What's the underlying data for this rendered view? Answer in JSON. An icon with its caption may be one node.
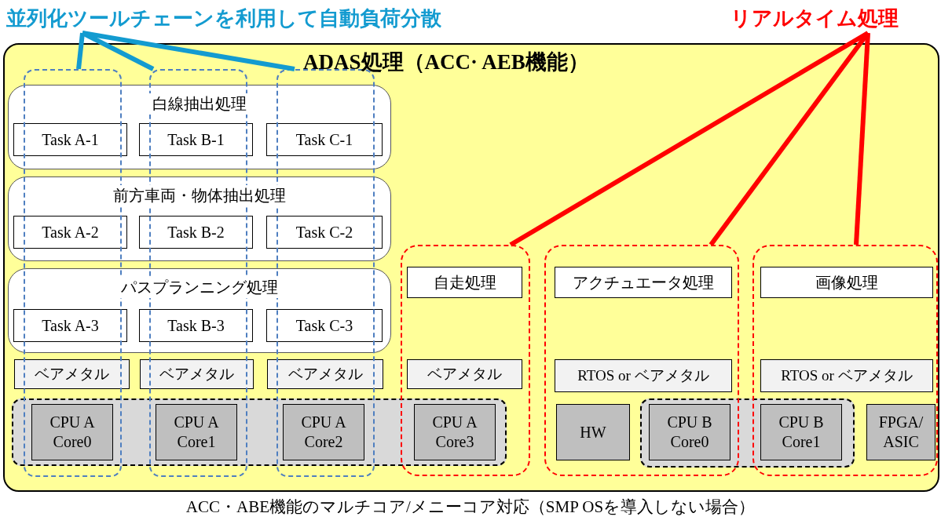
{
  "diagram": {
    "caption": "ACC・ABE機能のマルチコア/メニーコア対応（SMP OSを導入しない場合）",
    "nodes": [
      {
        "text": [
          "並列化ツールチェーンを利用して自動負荷分散"
        ]
      },
      {
        "text": [
          "リアルタイム処理"
        ]
      },
      {
        "text": [
          "ADAS処理（ACC· AEB機能）"
        ]
      },
      {
        "text": [],
        "shape": "box",
        "in": 2
      },
      {
        "text": [],
        "shape": "box",
        "in": 2
      },
      {
        "text": [],
        "shape": "box",
        "in": 2
      },
      {
        "text": [
          "白線抽出処理"
        ],
        "in": 2
      },
      {
        "text": [
          "Task A-1"
        ],
        "in": 6
      },
      {
        "text": [
          "Task B-1"
        ],
        "in": 6
      },
      {
        "text": [
          "Task C-1"
        ],
        "in": 6
      },
      {
        "text": [
          "前方車両・物体抽出処理"
        ],
        "in": 2
      },
      {
        "text": [
          "Task A-2"
        ],
        "in": 10
      },
      {
        "text": [
          "Task B-2"
        ],
        "in": 10
      },
      {
        "text": [
          "Task C-2"
        ],
        "in": 10
      },
      {
        "text": [
          "パスプランニング処理"
        ],
        "in": 2
      },
      {
        "text": [
          "Task A-3"
        ],
        "in": 14
      },
      {
        "text": [
          "Task B-3"
        ],
        "in": 14
      },
      {
        "text": [
          "Task C-3"
        ],
        "in": 14
      },
      {
        "text": [],
        "shape": "box",
        "in": 2
      },
      {
        "text": [],
        "shape": "box",
        "in": 2
      },
      {
        "text": [],
        "shape": "box",
        "in": 2
      },
      {
        "text": [
          "自走処理"
        ],
        "in": 18
      },
      {
        "text": [
          "アクチュエータ処理"
        ],
        "in": 19
      },
      {
        "text": [
          "画像処理"
        ],
        "in": 20
      },
      {
        "text": [
          "ベアメタル"
        ],
        "in": 2
      },
      {
        "text": [
          "ベアメタル"
        ],
        "in": 2
      },
      {
        "text": [
          "ベアメタル"
        ],
        "in": 2
      },
      {
        "text": [
          "ベアメタル"
        ],
        "in": 18
      },
      {
        "text": [
          "RTOS or ベアメタル"
        ],
        "in": 19
      },
      {
        "text": [
          "RTOS or ベアメタル"
        ],
        "in": 20
      },
      {
        "text": [
          "CPU A Core0"
        ],
        "in": 3
      },
      {
        "text": [
          "CPU A Core1"
        ],
        "in": 4
      },
      {
        "text": [
          "CPU A Core2"
        ],
        "in": 5
      },
      {
        "text": [
          "CPU A Core3"
        ],
        "in": 18
      },
      {
        "text": [
          "HW"
        ],
        "in": 19
      },
      {
        "text": [
          "CPU B Core0"
        ],
        "in": 19
      },
      {
        "text": [
          "CPU B Core1"
        ],
        "in": 20
      },
      {
        "text": [
          "FPGA/ ASIC"
        ],
        "in": 20
      }
    ],
    "edges": [
      {
        "from": 0,
        "to": 3,
        "arrow": "none",
        "color": "#139bd0"
      },
      {
        "from": 0,
        "to": 4,
        "arrow": "none",
        "color": "#139bd0"
      },
      {
        "from": 0,
        "to": 5,
        "arrow": "none",
        "color": "#139bd0"
      },
      {
        "from": 1,
        "to": 18,
        "arrow": "none",
        "color": "#ff0000"
      },
      {
        "from": 1,
        "to": 19,
        "arrow": "none",
        "color": "#ff0000"
      },
      {
        "from": 1,
        "to": 20,
        "arrow": "none",
        "color": "#ff0000"
      }
    ]
  }
}
